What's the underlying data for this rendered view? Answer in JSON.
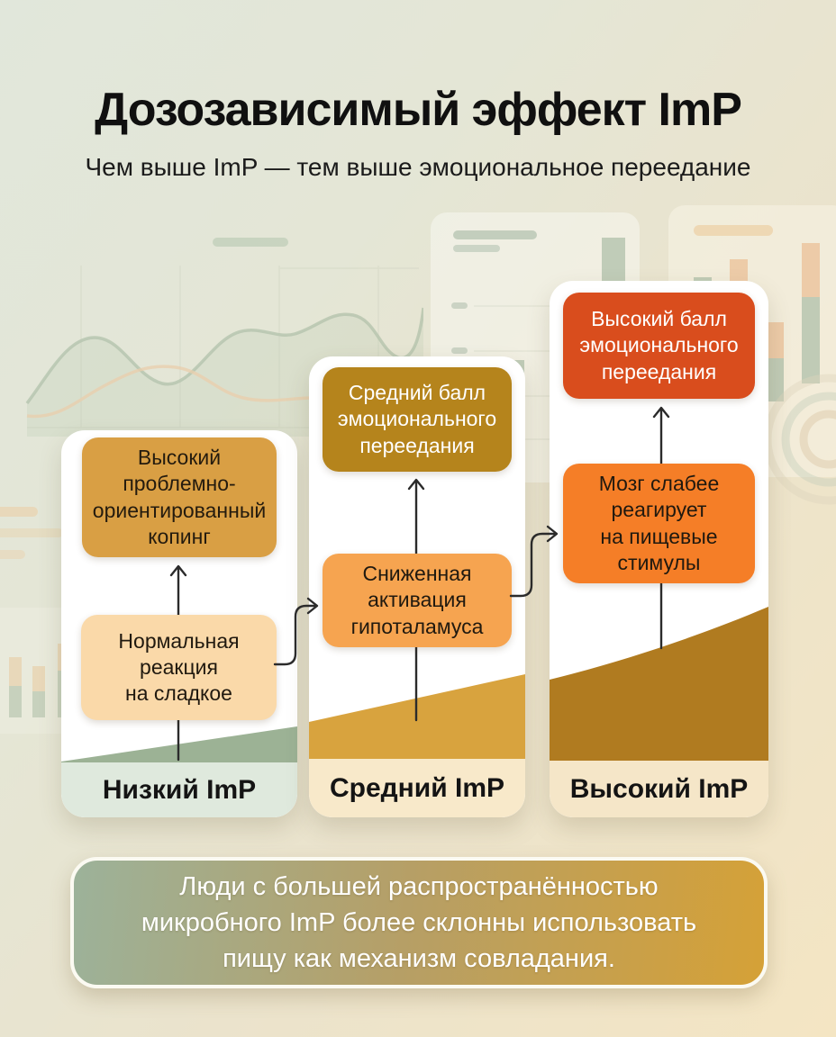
{
  "header": {
    "title": "Дозозависимый эффект ImP",
    "subtitle": "Чем выше ImP — тем выше эмоциональное переедание"
  },
  "columns": [
    {
      "label": "Низкий ImP",
      "top_box": "Высокий\nпроблемно-\nориентированный\nкопинг",
      "bottom_box": "Нормальная\nреакция\nна сладкое",
      "top_box_color": "#d99f44",
      "top_box_text_color": "#241b0e",
      "bottom_box_color": "#fad9a9",
      "bottom_box_text_color": "#20190f",
      "wedge_color": "#9cb295",
      "footer_color": "#dfe9dd"
    },
    {
      "label": "Средний ImP",
      "top_box": "Средний балл\nэмоционального\nпереедания",
      "bottom_box": "Сниженная\nактивация\nгипоталамуса",
      "top_box_color": "#b5841c",
      "top_box_text_color": "#ffffff",
      "bottom_box_color": "#f6a450",
      "bottom_box_text_color": "#20190f",
      "wedge_color": "#d8a33e",
      "footer_color": "#f8e9ca"
    },
    {
      "label": "Высокий ImP",
      "top_box": "Высокий балл\nэмоционального\nпереедания",
      "bottom_box": "Мозг слабее\nреагирует\nна пищевые\nстимулы",
      "top_box_color": "#d94d1d",
      "top_box_text_color": "#ffffff",
      "bottom_box_color": "#f57e27",
      "bottom_box_text_color": "#20190f",
      "wedge_color": "#b07b20",
      "footer_color": "#f5e6c8"
    }
  ],
  "summary": {
    "text": "Люди с большей распространённостью\nмикробного ImP более склонны использовать\nпищу как механизм совладания."
  },
  "colors": {
    "page_bg_top_left": "#e1e7db",
    "page_bg_bottom_right": "#f4e5c3",
    "arrow": "#2b2b2b",
    "title_text": "#101010",
    "summary_gradient_left": "#9cb29a",
    "summary_gradient_right": "#d5a137"
  }
}
